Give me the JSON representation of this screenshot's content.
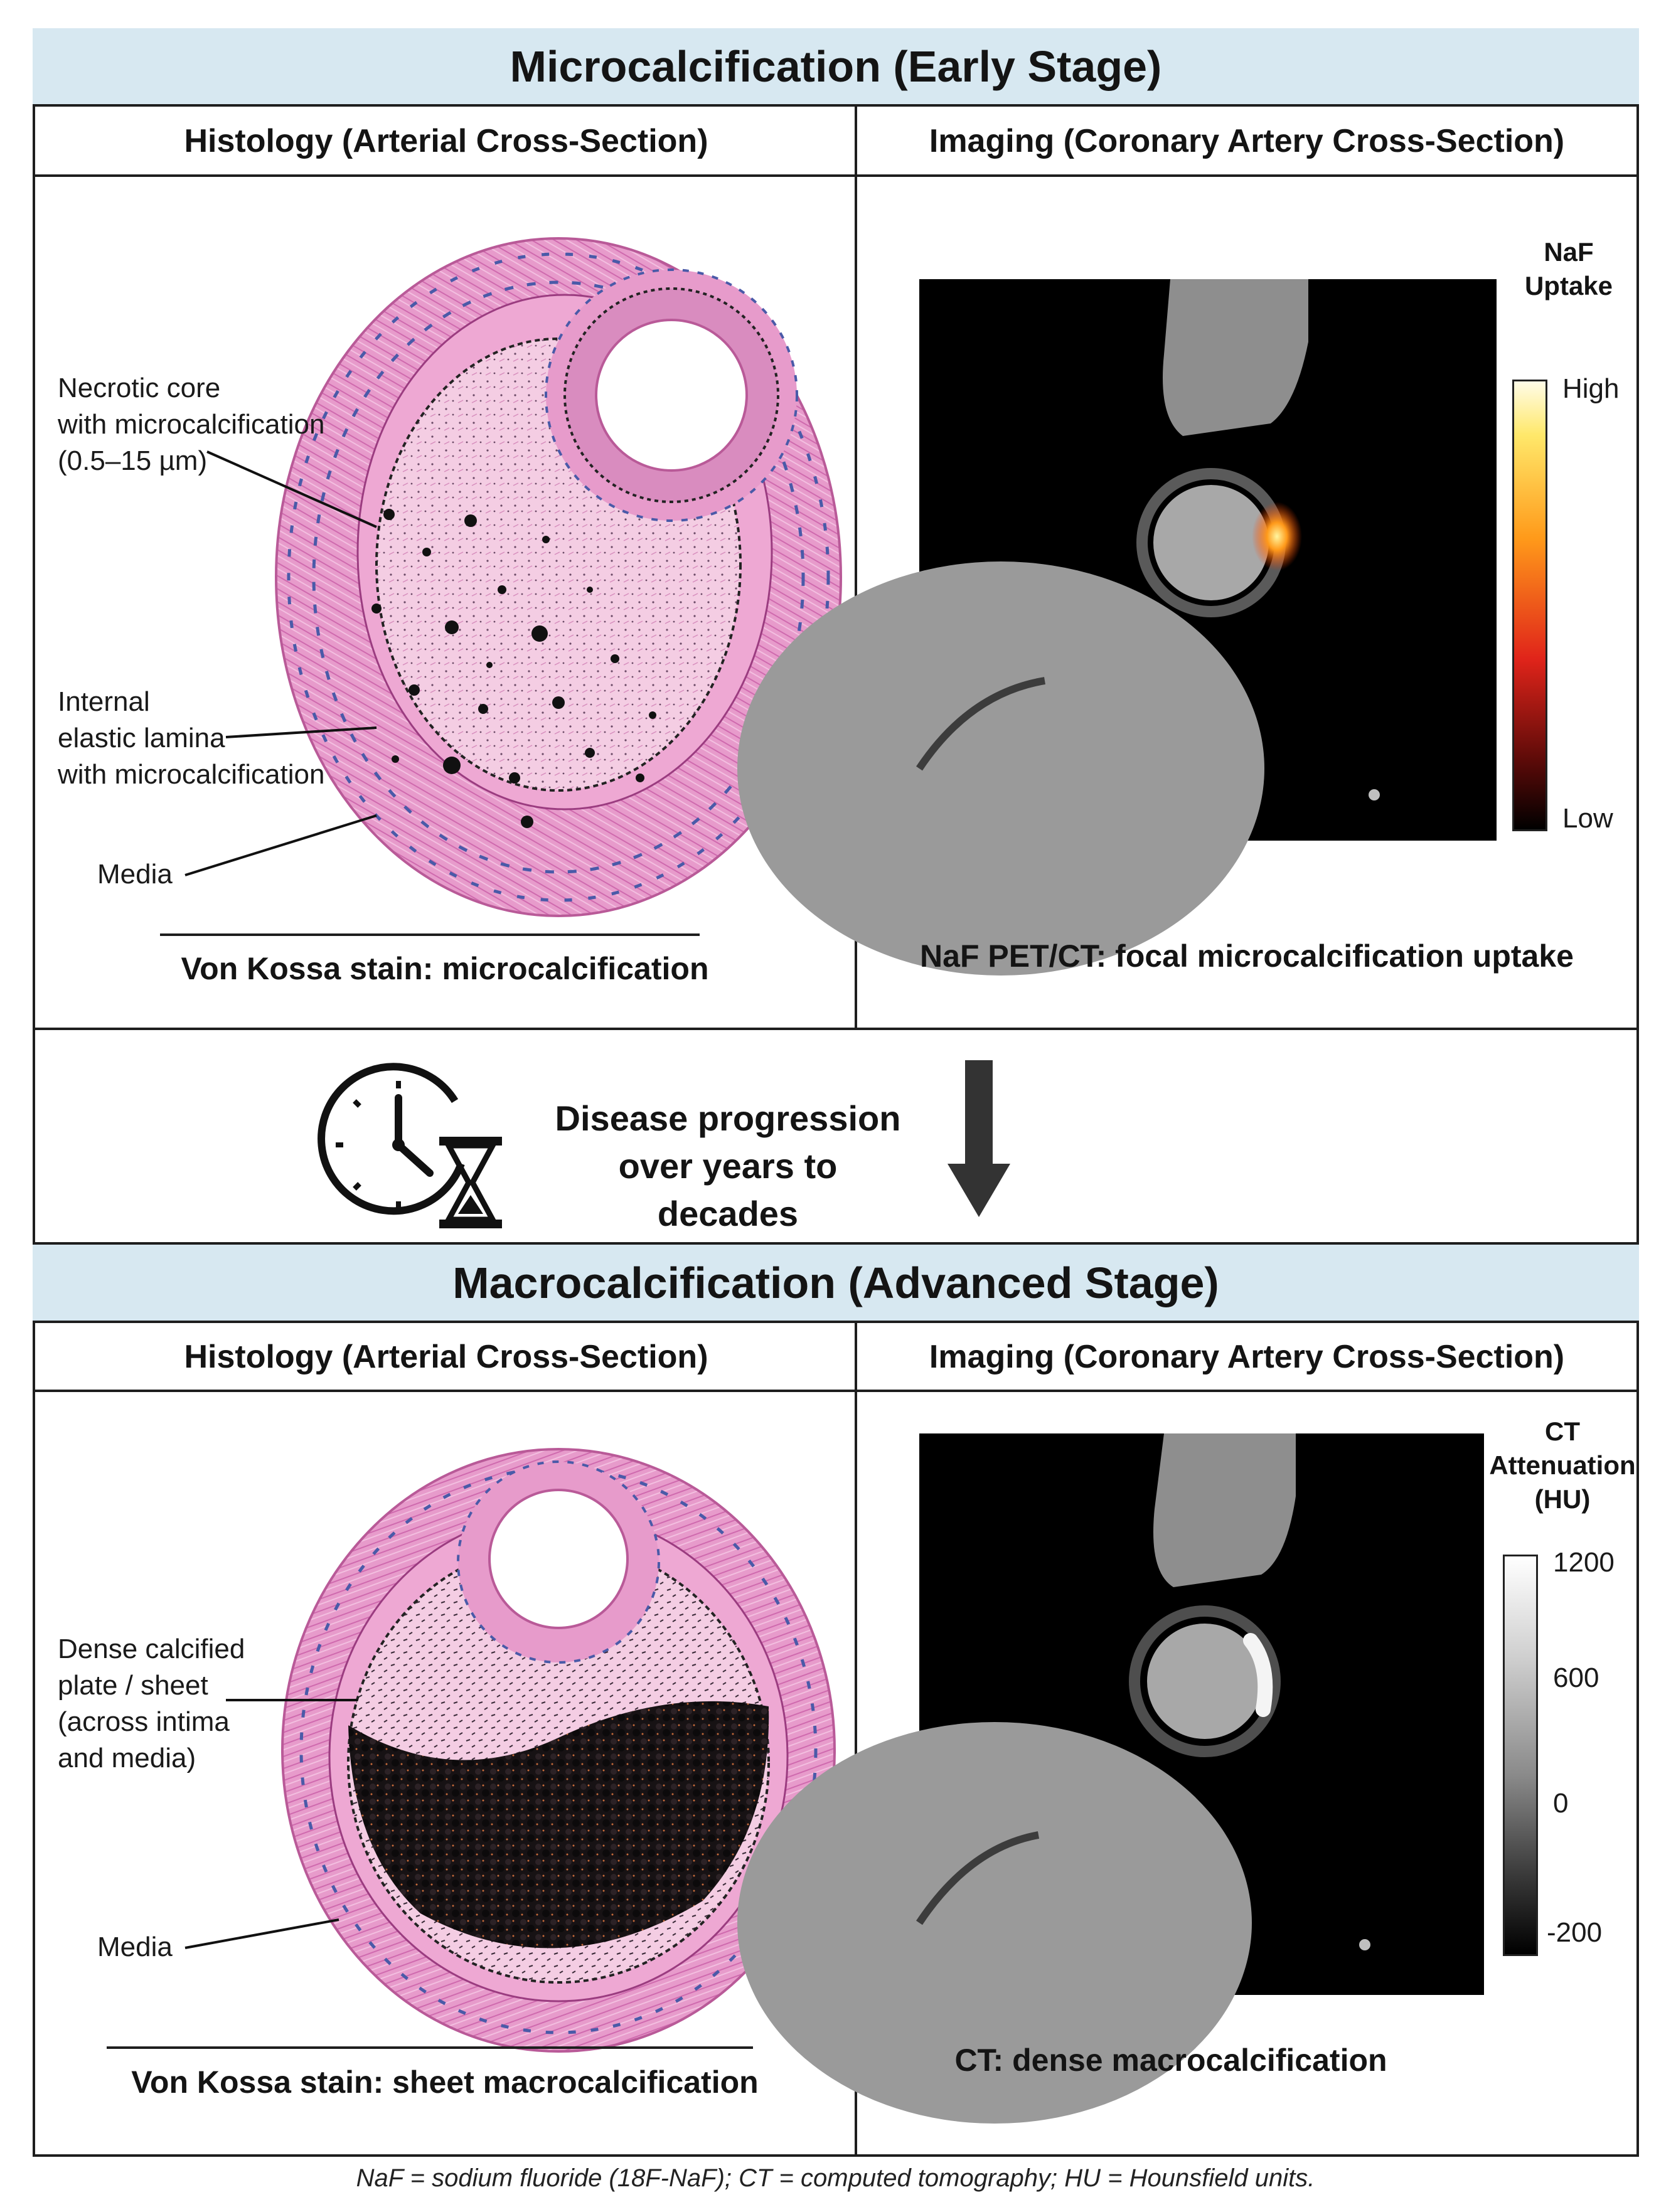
{
  "top_stage": {
    "title": "Microcalcification (Early Stage)",
    "histology_header": "Histology (Arterial Cross-Section)",
    "imaging_header": "Imaging (Coronary Artery Cross-Section)",
    "labels": {
      "necrotic_core": [
        "Necrotic core",
        "with microcalcification",
        "(0.5–15 µm)"
      ],
      "iel": [
        "Internal",
        "elastic lamina",
        "with microcalcification"
      ],
      "media": "Media"
    },
    "histology_caption": "Von Kossa stain: microcalcification",
    "imaging_caption": "NaF PET/CT: focal microcalcification uptake",
    "scale": {
      "title_line1": "NaF",
      "title_line2": "Uptake",
      "high": "High",
      "low": "Low"
    }
  },
  "progression": {
    "line1": "Disease progression",
    "line2": "over years to decades",
    "clock_icon": "clock-icon",
    "hourglass_icon": "hourglass-icon",
    "arrow_icon": "arrow-down-icon"
  },
  "bottom_stage": {
    "title": "Macrocalcification (Advanced Stage)",
    "histology_header": "Histology (Arterial Cross-Section)",
    "imaging_header": "Imaging (Coronary Artery Cross-Section)",
    "labels": {
      "dense_plate": [
        "Dense calcified",
        "plate / sheet",
        "(across intima",
        "and media)"
      ],
      "media": "Media"
    },
    "histology_caption": "Von Kossa stain: sheet macrocalcification",
    "imaging_caption": "CT: dense macrocalcification",
    "scale": {
      "title_line1": "CT",
      "title_line2": "Attenuation",
      "title_line3": "(HU)",
      "ticks": [
        "1200",
        "600",
        "0",
        "-200"
      ]
    }
  },
  "footnote": "NaF = sodium fluoride (18F-NaF); CT = computed tomography; HU = Hounsfield units.",
  "colors": {
    "header_bg": "#d7e8f1",
    "tissue_pink": "#e48fc4",
    "nuclei_blue": "#4a5aa8",
    "calcium_black": "#111111"
  }
}
